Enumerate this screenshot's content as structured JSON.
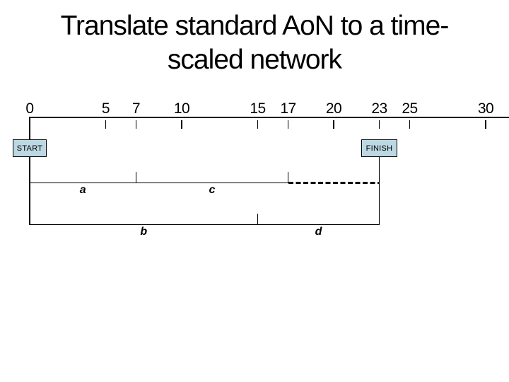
{
  "title": {
    "line1": "Translate standard AoN to a time-",
    "line2": "scaled network"
  },
  "timeline": {
    "axis_ticks": [
      0,
      5,
      7,
      10,
      15,
      17,
      20,
      23,
      25,
      30
    ],
    "nodes": [
      {
        "label": "START",
        "time": 0,
        "connector": "from-axis"
      },
      {
        "label": "FINISH",
        "time": 23,
        "connector": "below-box"
      }
    ]
  },
  "activities": [
    {
      "name": "a",
      "row": 1,
      "start": 0,
      "end": 7,
      "style": "solid",
      "end_tick": true
    },
    {
      "name": "c",
      "row": 1,
      "start": 7,
      "end": 17,
      "style": "solid",
      "end_tick": true
    },
    {
      "name": "",
      "row": 1,
      "start": 17,
      "end": 23,
      "style": "dashed",
      "end_tick": false
    },
    {
      "name": "b",
      "row": 2,
      "start": 0,
      "end": 15,
      "style": "solid",
      "end_tick": true
    },
    {
      "name": "d",
      "row": 2,
      "start": 15,
      "end": 23,
      "style": "solid",
      "end_tick": false
    }
  ],
  "colors": {
    "background": "#ffffff",
    "text": "#000000",
    "line": "#000000",
    "node_fill": "#bcd8e2",
    "node_border": "#000000"
  }
}
